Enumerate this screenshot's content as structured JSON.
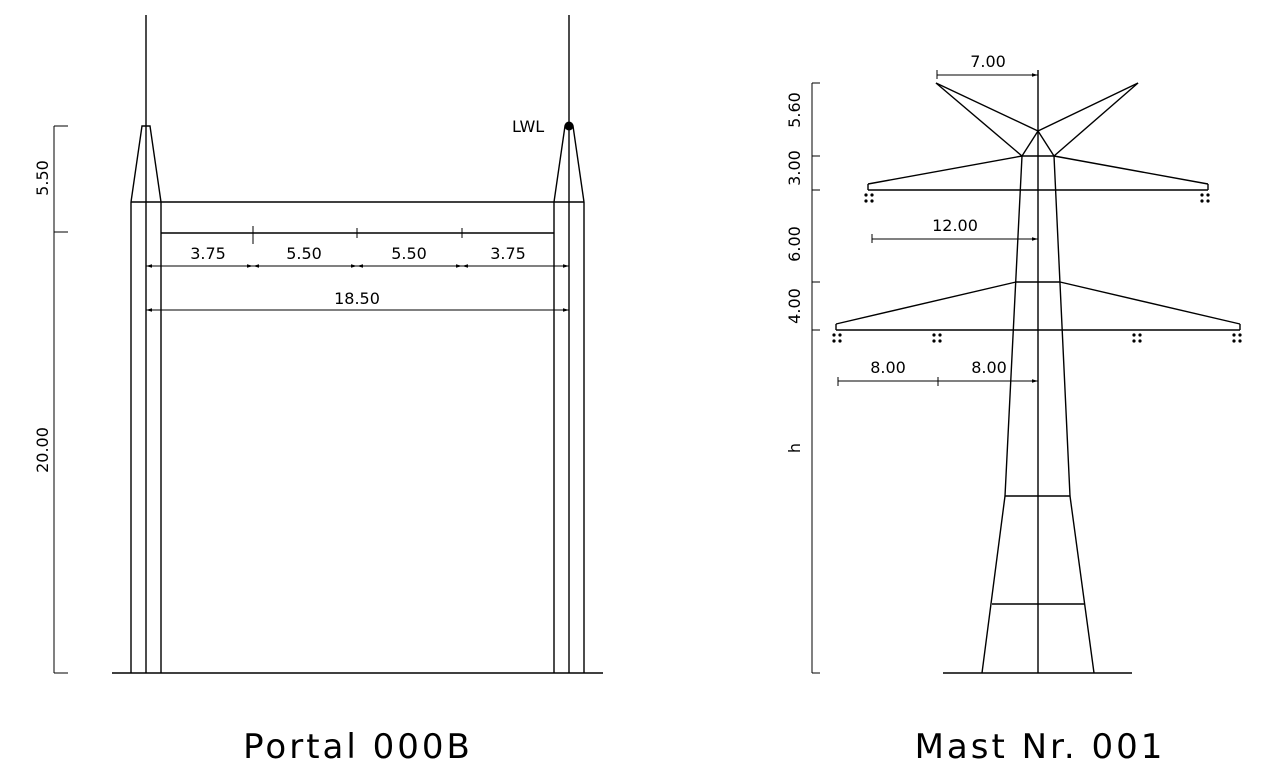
{
  "portal": {
    "title": "Portal 000B",
    "marker_label": "LWL",
    "dim_top_height": "5.50",
    "dim_main_height": "20.00",
    "span_1": "3.75",
    "span_2": "5.50",
    "span_3": "5.50",
    "span_4": "3.75",
    "span_total": "18.50"
  },
  "mast": {
    "title": "Mast Nr. 001",
    "dim_top_width": "7.00",
    "dim_h1": "5.60",
    "dim_h2": "3.00",
    "dim_h3": "6.00",
    "dim_h4": "4.00",
    "dim_h": "h",
    "dim_upper_arm": "12.00",
    "dim_lower_outer": "8.00",
    "dim_lower_inner": "8.00"
  }
}
